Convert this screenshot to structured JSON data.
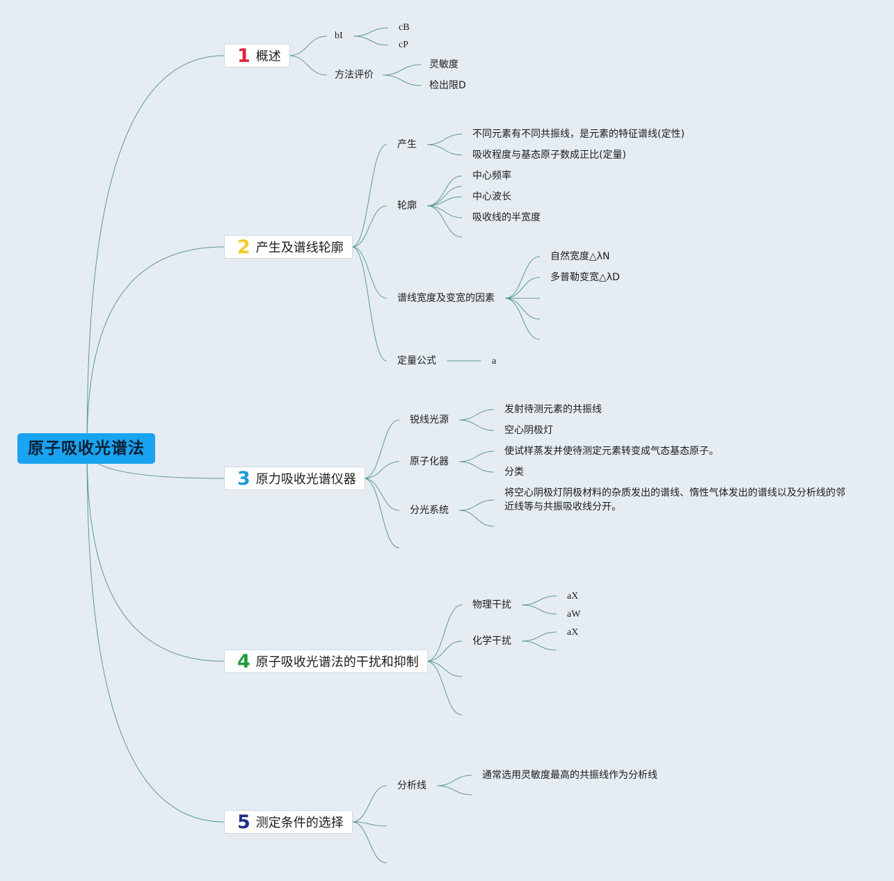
{
  "root": {
    "label": "原子吸收光谱法"
  },
  "topics": [
    {
      "num": "1",
      "num_color": "#e2213a",
      "label": "概述"
    },
    {
      "num": "2",
      "num_color": "#f2cd2b",
      "label": "产生及谱线轮廓"
    },
    {
      "num": "3",
      "num_color": "#1b9ad8",
      "label": "原力吸收光谱仪器"
    },
    {
      "num": "4",
      "num_color": "#1e9e3b",
      "label": "原子吸收光谱法的干扰和抑制"
    },
    {
      "num": "5",
      "num_color": "#1f2f86",
      "label": "测定条件的选择"
    }
  ],
  "t1": {
    "b1": "bI",
    "b1_c1": "cB",
    "b1_c2": "cP",
    "b2": "方法评价",
    "b2_c1": "灵敏度",
    "b2_c2": "检出限D"
  },
  "t2": {
    "b1": "产生",
    "b1_c1": "不同元素有不同共振线，是元素的特征谱线(定性)",
    "b1_c2": "吸收程度与基态原子数成正比(定量)",
    "b2": "轮廓",
    "b2_c1": "中心频率",
    "b2_c2": "中心波长",
    "b2_c3": "吸收线的半宽度",
    "b3": "谱线宽度及变宽的因素",
    "b3_c1": "自然宽度△λN",
    "b3_c2": "多普勒变宽△λD",
    "b4": "定量公式",
    "b4_c1": "a"
  },
  "t3": {
    "b1": "锐线光源",
    "b1_c1": "发射待测元素的共振线",
    "b1_c2": "空心阴极灯",
    "b2": "原子化器",
    "b2_c1": "使试样蒸发并使待测定元素转变成气态基态原子。",
    "b2_c2": "分类",
    "b3": "分光系统",
    "b3_c1": "将空心阴极灯阴极材料的杂质发出的谱线、惰性气体发出的谱线以及分析线的邻近线等与共振吸收线分开。"
  },
  "t4": {
    "b1": "物理干扰",
    "b1_c1": "aX",
    "b1_c2": "aW",
    "b2": "化学干扰",
    "b2_c1": "aX"
  },
  "t5": {
    "b1": "分析线",
    "b1_c1": "通常选用灵敏度最高的共振线作为分析线"
  },
  "colors": {
    "line": "#5b9a92",
    "root_bg": "#1aa3f0",
    "background": "#e6edf2"
  }
}
